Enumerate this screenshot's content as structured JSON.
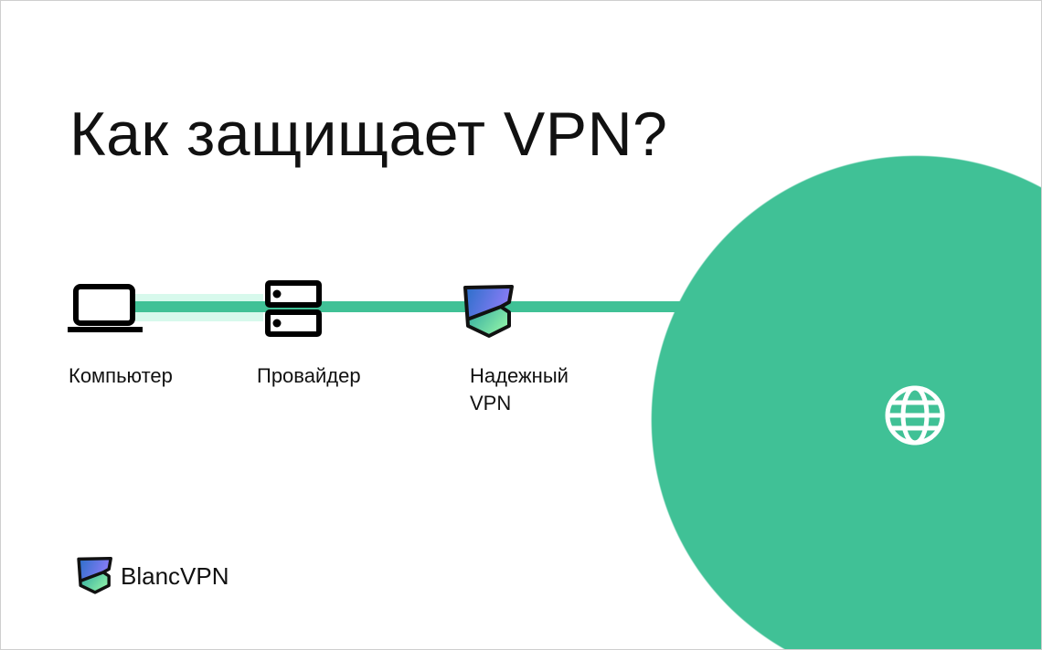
{
  "title": "Как защищает VPN?",
  "nodes": [
    {
      "label": "Компьютер",
      "icon": "laptop-icon"
    },
    {
      "label": "Провайдер",
      "icon": "server-icon"
    },
    {
      "label_line1": "Надежный",
      "label_line2": "VPN",
      "icon": "shield-logo-icon"
    }
  ],
  "internet_icon": "globe-icon",
  "brand": {
    "name": "BlancVPN"
  },
  "colors": {
    "accent": "#40c196",
    "band": "#d7f9ec",
    "text": "#111111"
  }
}
